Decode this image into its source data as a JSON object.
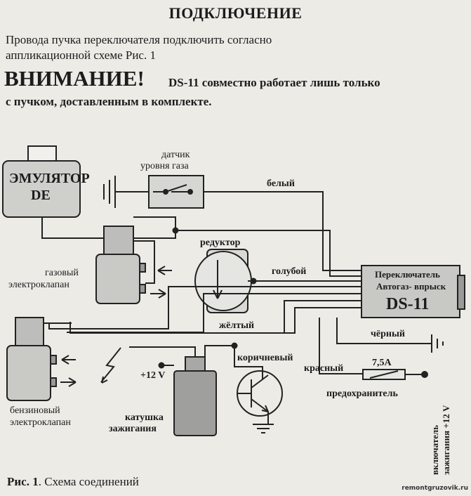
{
  "header": {
    "title": "ПОДКЛЮЧЕНИЕ",
    "intro_line1": "Провода пучка переключателя подключить согласно",
    "intro_line2": "аппликационной схеме Рис. 1",
    "warning_big": "ВНИМАНИЕ!",
    "warning_rest": "DS-11  совместно работает лишь только",
    "warning_line2": "с пучком, доставленным в комплекте."
  },
  "diagram": {
    "emulator_line1": "ЭМУЛЯТОР",
    "emulator_line2": "DE",
    "gas_sensor_line1": "датчик",
    "gas_sensor_line2": "уровня газа",
    "wire_white": "белый",
    "reducer": "редуктор",
    "wire_blue": "голубой",
    "gas_valve_line1": "газовый",
    "gas_valve_line2": "электроклапан",
    "switch_line1": "Переключатель",
    "switch_line2": "Автогаз- впрыск",
    "switch_model": "DS-11",
    "wire_yellow": "жёлтый",
    "wire_black": "чёрный",
    "wire_brown": "коричневый",
    "plus12": "+12 V",
    "wire_red": "красный",
    "fuse_rating": "7,5A",
    "fuse": "предохранитель",
    "petrol_valve_line1": "бензиновый",
    "petrol_valve_line2": "электроклапан",
    "coil_line1": "катушка",
    "coil_line2": "зажигания",
    "ignition_line1": "включатель",
    "ignition_line2": "зажигания +12 V"
  },
  "footer": {
    "caption_bold": "Рис. 1",
    "caption_rest": ". Схема соединений",
    "watermark": "remontgruzovik.ru"
  }
}
